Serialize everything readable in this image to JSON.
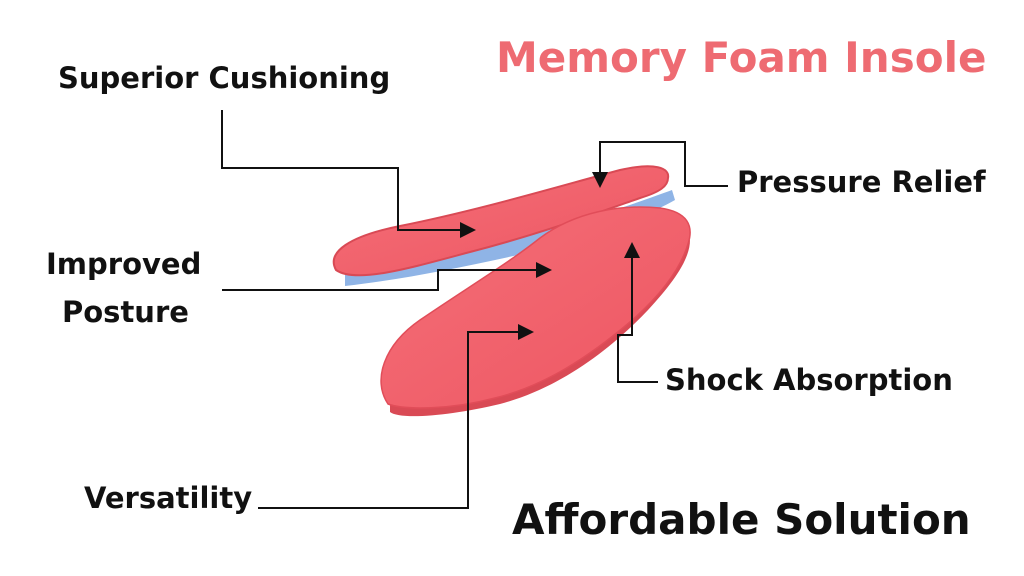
{
  "title": "Memory Foam Insole",
  "footer": "Affordable Solution",
  "callouts": {
    "superior_cushioning": "Superior Cushioning",
    "pressure_relief": "Pressure Relief",
    "improved_posture_1": "Improved",
    "improved_posture_2": "Posture",
    "shock_absorption": "Shock Absorption",
    "versatility": "Versatility"
  },
  "colors": {
    "title": "#ee6b72",
    "insole_top": "#f05e68",
    "insole_edge": "#d94a55",
    "foam_layer": "#8fb4e6",
    "label_text": "#111111",
    "line": "#111111"
  }
}
